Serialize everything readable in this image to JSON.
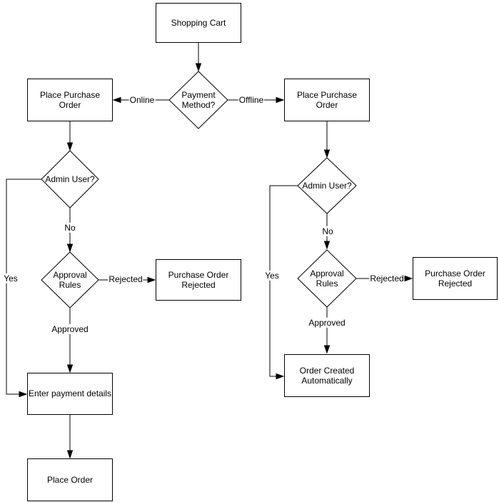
{
  "diagram": {
    "type": "flowchart",
    "colors": {
      "background": "#ffffff",
      "stroke": "#000000",
      "node_fill": "#ffffff"
    },
    "nodes": [
      {
        "id": "shopping-cart",
        "shape": "process",
        "label": "Shopping Cart"
      },
      {
        "id": "payment-method",
        "shape": "decision",
        "label": "Payment Method?"
      },
      {
        "id": "place-purchase-order-online",
        "shape": "process",
        "label": "Place Purchase Order"
      },
      {
        "id": "admin-user-online",
        "shape": "decision",
        "label": "Admin User?"
      },
      {
        "id": "approval-rules-online",
        "shape": "decision",
        "label": "Approval Rules"
      },
      {
        "id": "purchase-order-rejected-online",
        "shape": "process",
        "label": "Purchase Order Rejected"
      },
      {
        "id": "enter-payment-details",
        "shape": "process",
        "label": "Enter payment details"
      },
      {
        "id": "place-order",
        "shape": "process",
        "label": "Place Order"
      },
      {
        "id": "place-purchase-order-offline",
        "shape": "process",
        "label": "Place Purchase Order"
      },
      {
        "id": "admin-user-offline",
        "shape": "decision",
        "label": "Admin User?"
      },
      {
        "id": "approval-rules-offline",
        "shape": "decision",
        "label": "Approval Rules"
      },
      {
        "id": "purchase-order-rejected-offline",
        "shape": "process",
        "label": "Purchase Order Rejected"
      },
      {
        "id": "order-created-automatically",
        "shape": "process",
        "label": "Order Created Automatically"
      }
    ],
    "edges": [
      {
        "from": "shopping-cart",
        "to": "payment-method",
        "label": ""
      },
      {
        "from": "payment-method",
        "to": "place-purchase-order-online",
        "label": "Online"
      },
      {
        "from": "payment-method",
        "to": "place-purchase-order-offline",
        "label": "Offline"
      },
      {
        "from": "place-purchase-order-online",
        "to": "admin-user-online",
        "label": ""
      },
      {
        "from": "admin-user-online",
        "to": "approval-rules-online",
        "label": "No"
      },
      {
        "from": "admin-user-online",
        "to": "enter-payment-details",
        "label": "Yes"
      },
      {
        "from": "approval-rules-online",
        "to": "purchase-order-rejected-online",
        "label": "Rejected"
      },
      {
        "from": "approval-rules-online",
        "to": "enter-payment-details",
        "label": "Approved"
      },
      {
        "from": "enter-payment-details",
        "to": "place-order",
        "label": ""
      },
      {
        "from": "place-purchase-order-offline",
        "to": "admin-user-offline",
        "label": ""
      },
      {
        "from": "admin-user-offline",
        "to": "approval-rules-offline",
        "label": "No"
      },
      {
        "from": "admin-user-offline",
        "to": "order-created-automatically",
        "label": "Yes"
      },
      {
        "from": "approval-rules-offline",
        "to": "purchase-order-rejected-offline",
        "label": "Rejected"
      },
      {
        "from": "approval-rules-offline",
        "to": "order-created-automatically",
        "label": "Approved"
      }
    ]
  }
}
